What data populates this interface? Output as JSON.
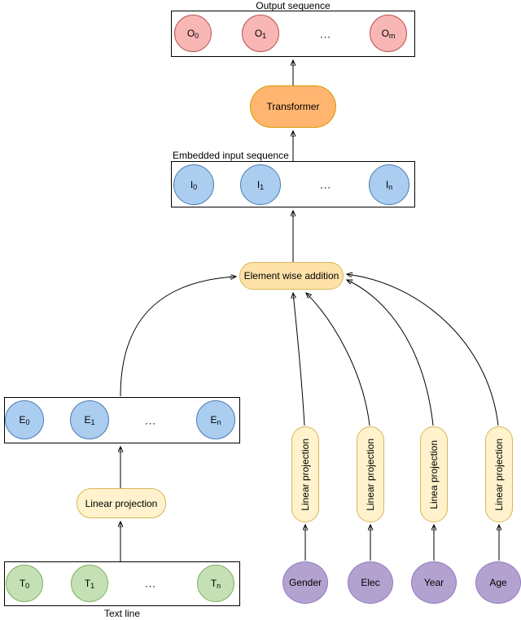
{
  "diagram": {
    "output": {
      "label": "Output sequence",
      "cells": [
        {
          "base": "O",
          "sub": "0"
        },
        {
          "base": "O",
          "sub": "1"
        },
        {
          "base": "O",
          "sub": "m"
        }
      ],
      "dots": "..."
    },
    "transformer": {
      "label": "Transformer"
    },
    "embedded": {
      "label": "Embedded input sequence",
      "cells": [
        {
          "base": "I",
          "sub": "0"
        },
        {
          "base": "I",
          "sub": "1"
        },
        {
          "base": "I",
          "sub": "n"
        }
      ],
      "dots": "..."
    },
    "addition": {
      "label": "Element wise addition"
    },
    "embedding_row": {
      "cells": [
        {
          "base": "E",
          "sub": "0"
        },
        {
          "base": "E",
          "sub": "1"
        },
        {
          "base": "E",
          "sub": "n"
        }
      ],
      "dots": "..."
    },
    "linear_projection": {
      "label": "Linear projection"
    },
    "token_row": {
      "label": "Text line",
      "cells": [
        {
          "base": "T",
          "sub": "0"
        },
        {
          "base": "T",
          "sub": "1"
        },
        {
          "base": "T",
          "sub": "n"
        }
      ],
      "dots": "..."
    },
    "feature_projections": [
      {
        "label": "Linear projection"
      },
      {
        "label": "Linear projection"
      },
      {
        "label": "Linea projection"
      },
      {
        "label": "Linear projection"
      }
    ],
    "features": [
      {
        "label": "Gender"
      },
      {
        "label": "Elec"
      },
      {
        "label": "Year"
      },
      {
        "label": "Age"
      }
    ],
    "colors": {
      "output_circle": "#f8b7b5",
      "output_circle_border": "#b85450",
      "input_circle": "#aacdf0",
      "input_circle_border": "#4a7db0",
      "token_circle": "#c5e0b4",
      "token_circle_border": "#82b366",
      "feature_ellipse": "#b3a2cf",
      "feature_ellipse_border": "#8e7cc3",
      "transformer_fill": "#ffb570",
      "transformer_border": "#d79b00",
      "addition_fill": "#ffe2a8",
      "addition_border": "#d6b656",
      "projection_fill": "#fff2cc",
      "projection_border": "#d6b656"
    }
  }
}
